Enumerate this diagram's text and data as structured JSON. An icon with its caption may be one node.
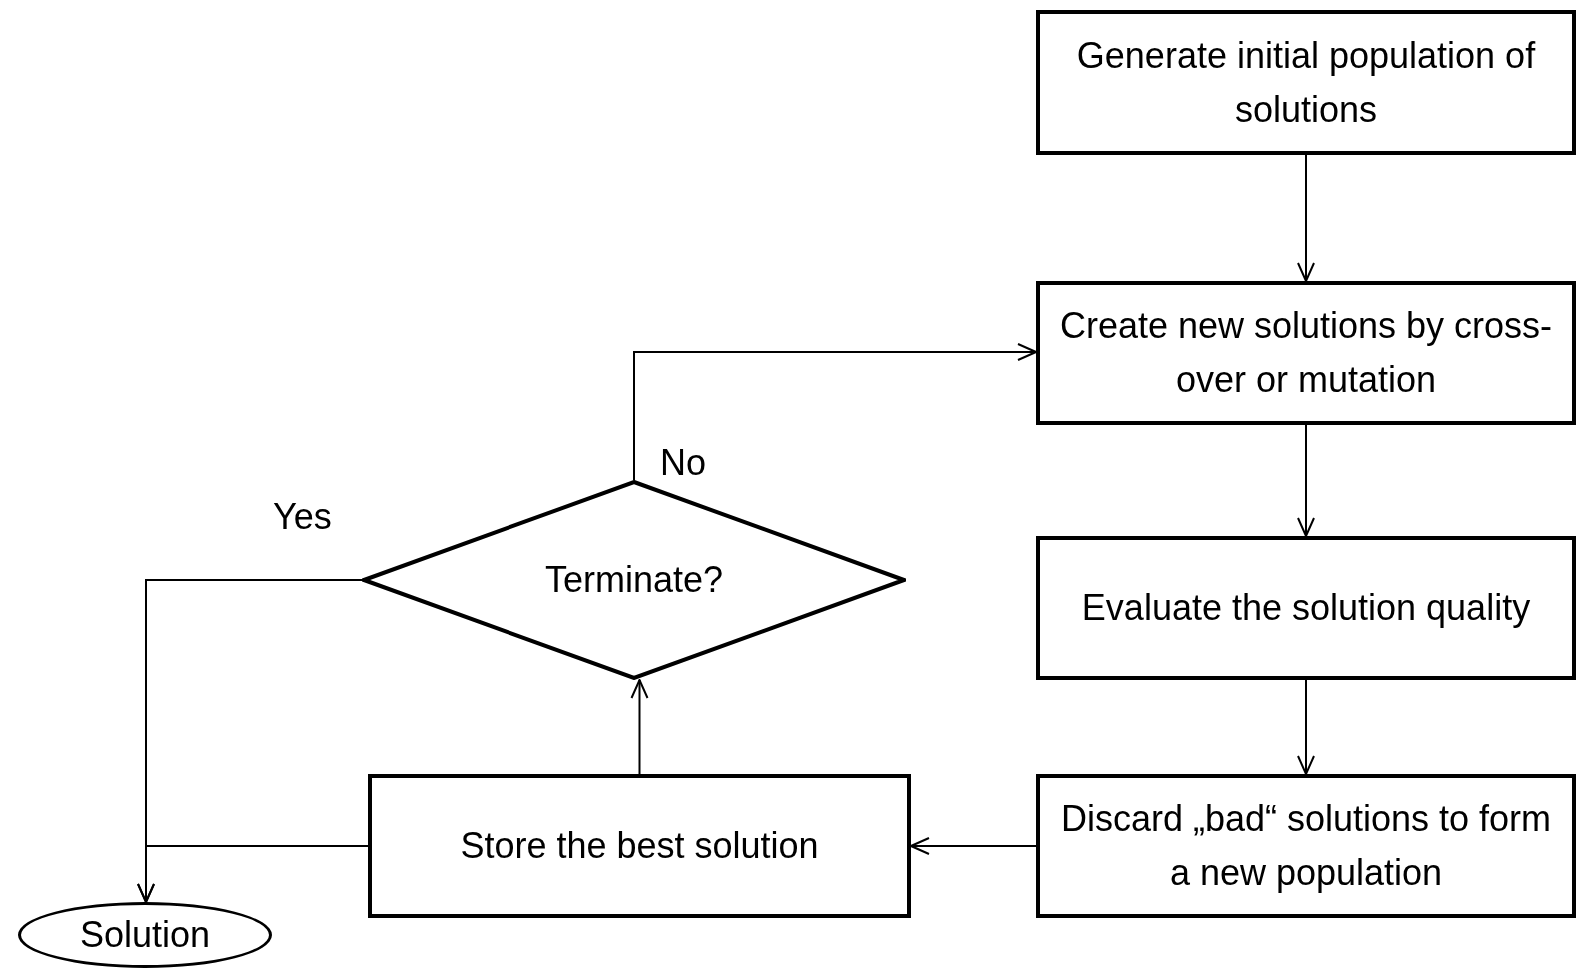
{
  "diagram": {
    "nodes": [
      {
        "text": [
          "Generate initial population of solutions"
        ]
      },
      {
        "text": [
          "Create new solutions by cross-over or mutation"
        ]
      },
      {
        "text": [
          "Evaluate the solution quality"
        ]
      },
      {
        "text": [
          "Discard „bad“ solutions to form a new population"
        ]
      },
      {
        "text": [
          "Store the best solution"
        ]
      },
      {
        "text": [
          "Terminate?"
        ]
      },
      {
        "text": [
          "Solution"
        ]
      }
    ],
    "edges": [
      {
        "from": 0,
        "to": 1,
        "arrow": "to"
      },
      {
        "from": 1,
        "to": 2,
        "arrow": "to"
      },
      {
        "from": 2,
        "to": 3,
        "arrow": "to"
      },
      {
        "from": 3,
        "to": 4,
        "arrow": "to"
      },
      {
        "from": 4,
        "to": 5,
        "arrow": "to"
      },
      {
        "from": 5,
        "to": 1,
        "arrow": "to",
        "label": "No"
      },
      {
        "from": 5,
        "to": 6,
        "arrow": "to",
        "label": "Yes"
      },
      {
        "from": 4,
        "to": 6,
        "arrow": "to"
      }
    ]
  }
}
